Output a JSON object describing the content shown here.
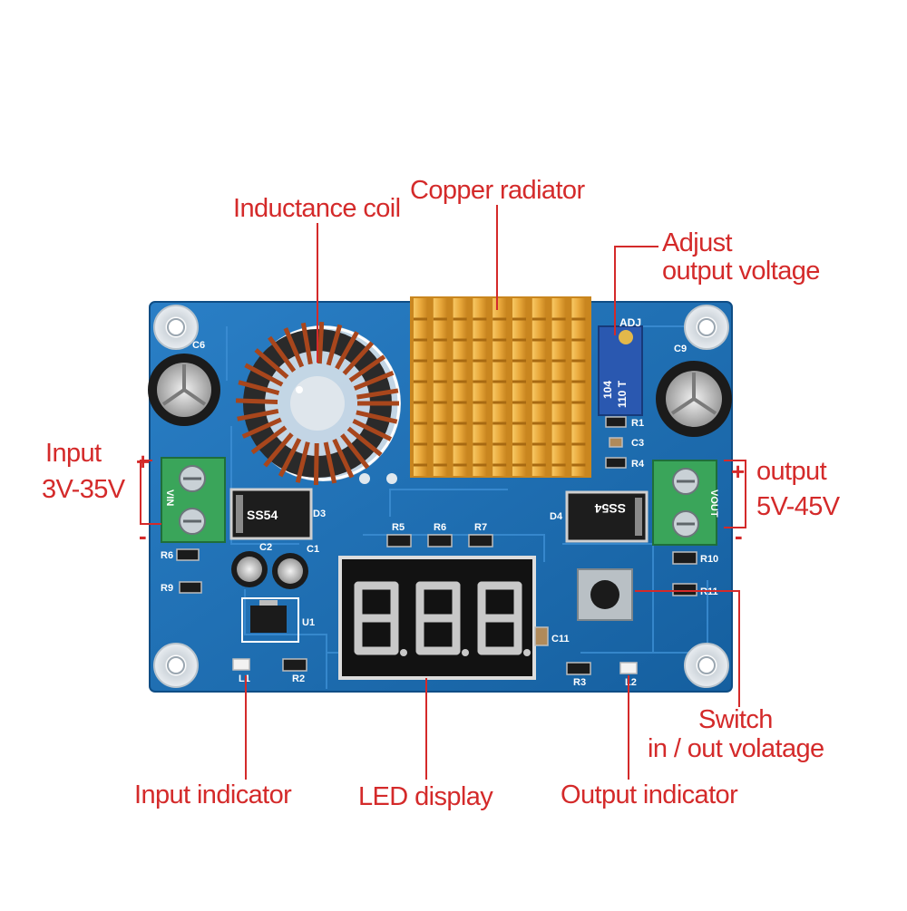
{
  "annotations": {
    "inductance_coil": "Inductance coil",
    "copper_radiator": "Copper radiator",
    "adjust_line1": "Adjust",
    "adjust_line2": "output voltage",
    "input_line1": "Input",
    "input_line2": "3V-35V",
    "output_line1": "output",
    "output_line2": "5V-45V",
    "switch_line1": "Switch",
    "switch_line2": "in / out volatage",
    "input_indicator": "Input indicator",
    "led_display": "LED display",
    "output_indicator": "Output indicator",
    "plus": "+",
    "minus": "-"
  },
  "silkscreen": {
    "adj": "ADJ",
    "pot_code_1": "104",
    "pot_code_2": "110 T",
    "c6": "C6",
    "c9": "C9",
    "vin": "VIN",
    "vout": "VOUT",
    "d3": "D3",
    "d4": "D4",
    "ss54": "SS54",
    "c1": "C1",
    "c2": "C2",
    "c3": "C3",
    "c11": "C11",
    "r1": "R1",
    "r2": "R2",
    "r3": "R3",
    "r4": "R4",
    "r5": "R5",
    "r6": "R6",
    "r7": "R7",
    "r9": "R9",
    "r10": "R10",
    "r11": "R11",
    "u1": "U1",
    "l1": "L1",
    "l2": "L2"
  },
  "colors": {
    "label_red": "#d42a2a",
    "pcb_blue": "#1f6fb8",
    "heatsink_gold": "#e9a93c",
    "terminal_green": "#3aa55a"
  }
}
